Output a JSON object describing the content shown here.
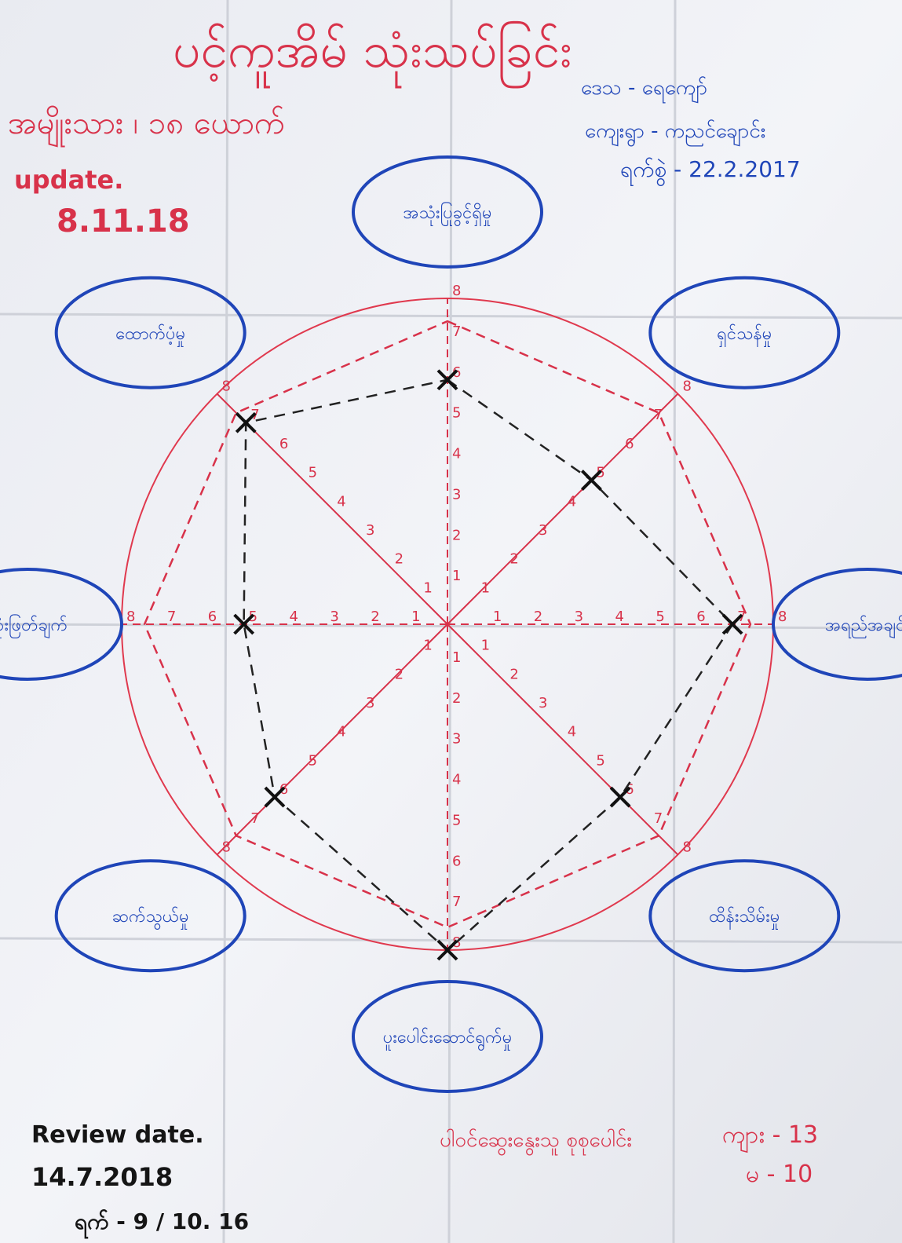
{
  "photo": {
    "title_line": "ပင့်ကူအိမ် သုံးသပ်ခြင်း",
    "left_note": "အမျိုးသား ၊ ၁၈ ယောက်",
    "update_label": "update.",
    "update_date": "8.11.18",
    "right_header": {
      "line1": "ဒေသ - ရေကျော်",
      "line2": "ကျေးရွာ - ကညင်ချောင်း",
      "line3": "ရက်စွဲ - 22.2.2017"
    },
    "review": {
      "label": "Review date.",
      "date": "14.7.2018",
      "line3": "ရက် - 9 / 10. 16"
    },
    "bottom_right": {
      "label": "ပါဝင်ဆွေးနွေးသူ စုစုပေါင်း",
      "male": "ကျား - 13",
      "female": "မ - 10"
    }
  },
  "spider_web": {
    "axis_count": 8,
    "axes": [
      {
        "label": "အသုံးပြုခွင့်ရှိမှု",
        "score": 6
      },
      {
        "label": "ရှင်သန်မှု",
        "score": 5
      },
      {
        "label": "အရည်အချင်း",
        "score": 7
      },
      {
        "label": "ထိန်းသိမ်းမှု",
        "score": 6
      },
      {
        "label": "ပူးပေါင်းဆောင်ရွက်မှု",
        "score": 8
      },
      {
        "label": "ဆက်သွယ်မှု",
        "score": 6
      },
      {
        "label": "ဆုံးဖြတ်ချက်",
        "score": 5
      },
      {
        "label": "ထောက်ပံ့မှု",
        "score": 7
      }
    ],
    "colors": {
      "circle": "#e0394e",
      "axis": "#d8324a",
      "red_polygon": "#d8324a",
      "black_polygon": "#222222",
      "cloud": "#1f45b8"
    }
  }
}
